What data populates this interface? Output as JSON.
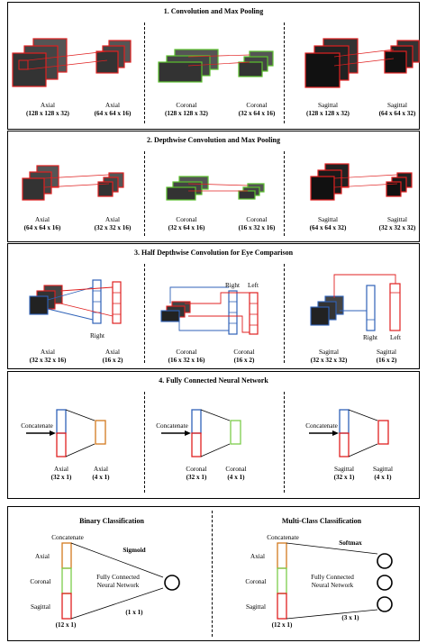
{
  "sections": [
    {
      "title": "1. Convolution and Max Pooling",
      "items": [
        {
          "in_name": "Axial",
          "in_dims": "(128 x 128 x 32)",
          "out_name": "Axial",
          "out_dims": "(64 x 64 x 16)"
        },
        {
          "in_name": "Coronal",
          "in_dims": "(128 x 128 x 32)",
          "out_name": "Coronal",
          "out_dims": "(32 x 64 x 16)"
        },
        {
          "in_name": "Sagittal",
          "in_dims": "(128 x 128 x 32)",
          "out_name": "Sagittal",
          "out_dims": "(64 x 64 x 32)"
        }
      ]
    },
    {
      "title": "2. Depthwise Convolution and Max Pooling",
      "items": [
        {
          "in_name": "Axial",
          "in_dims": "(64 x 64 x 16)",
          "out_name": "Axial",
          "out_dims": "(32 x 32 x 16)"
        },
        {
          "in_name": "Coronal",
          "in_dims": "(32 x 64 x 16)",
          "out_name": "Coronal",
          "out_dims": "(16 x 32 x 16)"
        },
        {
          "in_name": "Sagittal",
          "in_dims": "(64 x 64 x 32)",
          "out_name": "Sagittal",
          "out_dims": "(32 x 32 x 32)"
        }
      ]
    },
    {
      "title": "3. Half Depthwise Convolution for Eye Comparison",
      "items": [
        {
          "in_name": "Axial",
          "in_dims": "(32 x 32 x 16)",
          "out_name": "Axial",
          "out_dims": "(16 x 2)",
          "right": "Right",
          "left": ""
        },
        {
          "in_name": "Coronal",
          "in_dims": "(16 x 32 x 16)",
          "out_name": "Coronal",
          "out_dims": "(16 x 2)",
          "right": "Right",
          "left": "Left"
        },
        {
          "in_name": "Sagittal",
          "in_dims": "(32 x 32 x 32)",
          "out_name": "Sagittal",
          "out_dims": "(16 x 2)",
          "right": "Right",
          "left": "Left"
        }
      ]
    },
    {
      "title": "4. Fully Connected Neural Network",
      "items": [
        {
          "concat": "Concatenate",
          "in_name": "Axial",
          "in_dims": "(32 x 1)",
          "out_name": "Axial",
          "out_dims": "(4 x 1)"
        },
        {
          "concat": "Concatenate",
          "in_name": "Coronal",
          "in_dims": "(32 x 1)",
          "out_name": "Coronal",
          "out_dims": "(4 x 1)"
        },
        {
          "concat": "Concatenate",
          "in_name": "Sagittal",
          "in_dims": "(32 x 1)",
          "out_name": "Sagittal",
          "out_dims": "(4 x 1)"
        }
      ]
    }
  ],
  "classification": {
    "binary": {
      "title": "Binary Classification",
      "concat": "Concatenate",
      "axial": "Axial",
      "coronal": "Coronal",
      "sagittal": "Sagittal",
      "activation": "Sigmoid",
      "fc": "Fully Connected\nNeural Network",
      "in_dims": "(12 x 1)",
      "out_dims": "(1 x 1)"
    },
    "multi": {
      "title": "Multi-Class Classification",
      "concat": "Concatenate",
      "axial": "Axial",
      "coronal": "Coronal",
      "sagittal": "Sagittal",
      "activation": "Softmax",
      "fc": "Fully Connected\nNeural Network",
      "in_dims": "(12 x 1)",
      "out_dims": "(3 x 1)"
    }
  },
  "colors": {
    "axial": "#e02020",
    "coronal": "#5cc22e",
    "sagittal": "#e02020",
    "blue": "#2f62b8",
    "orange": "#d2791e",
    "green": "#7ccd4a",
    "red": "#e02020"
  }
}
